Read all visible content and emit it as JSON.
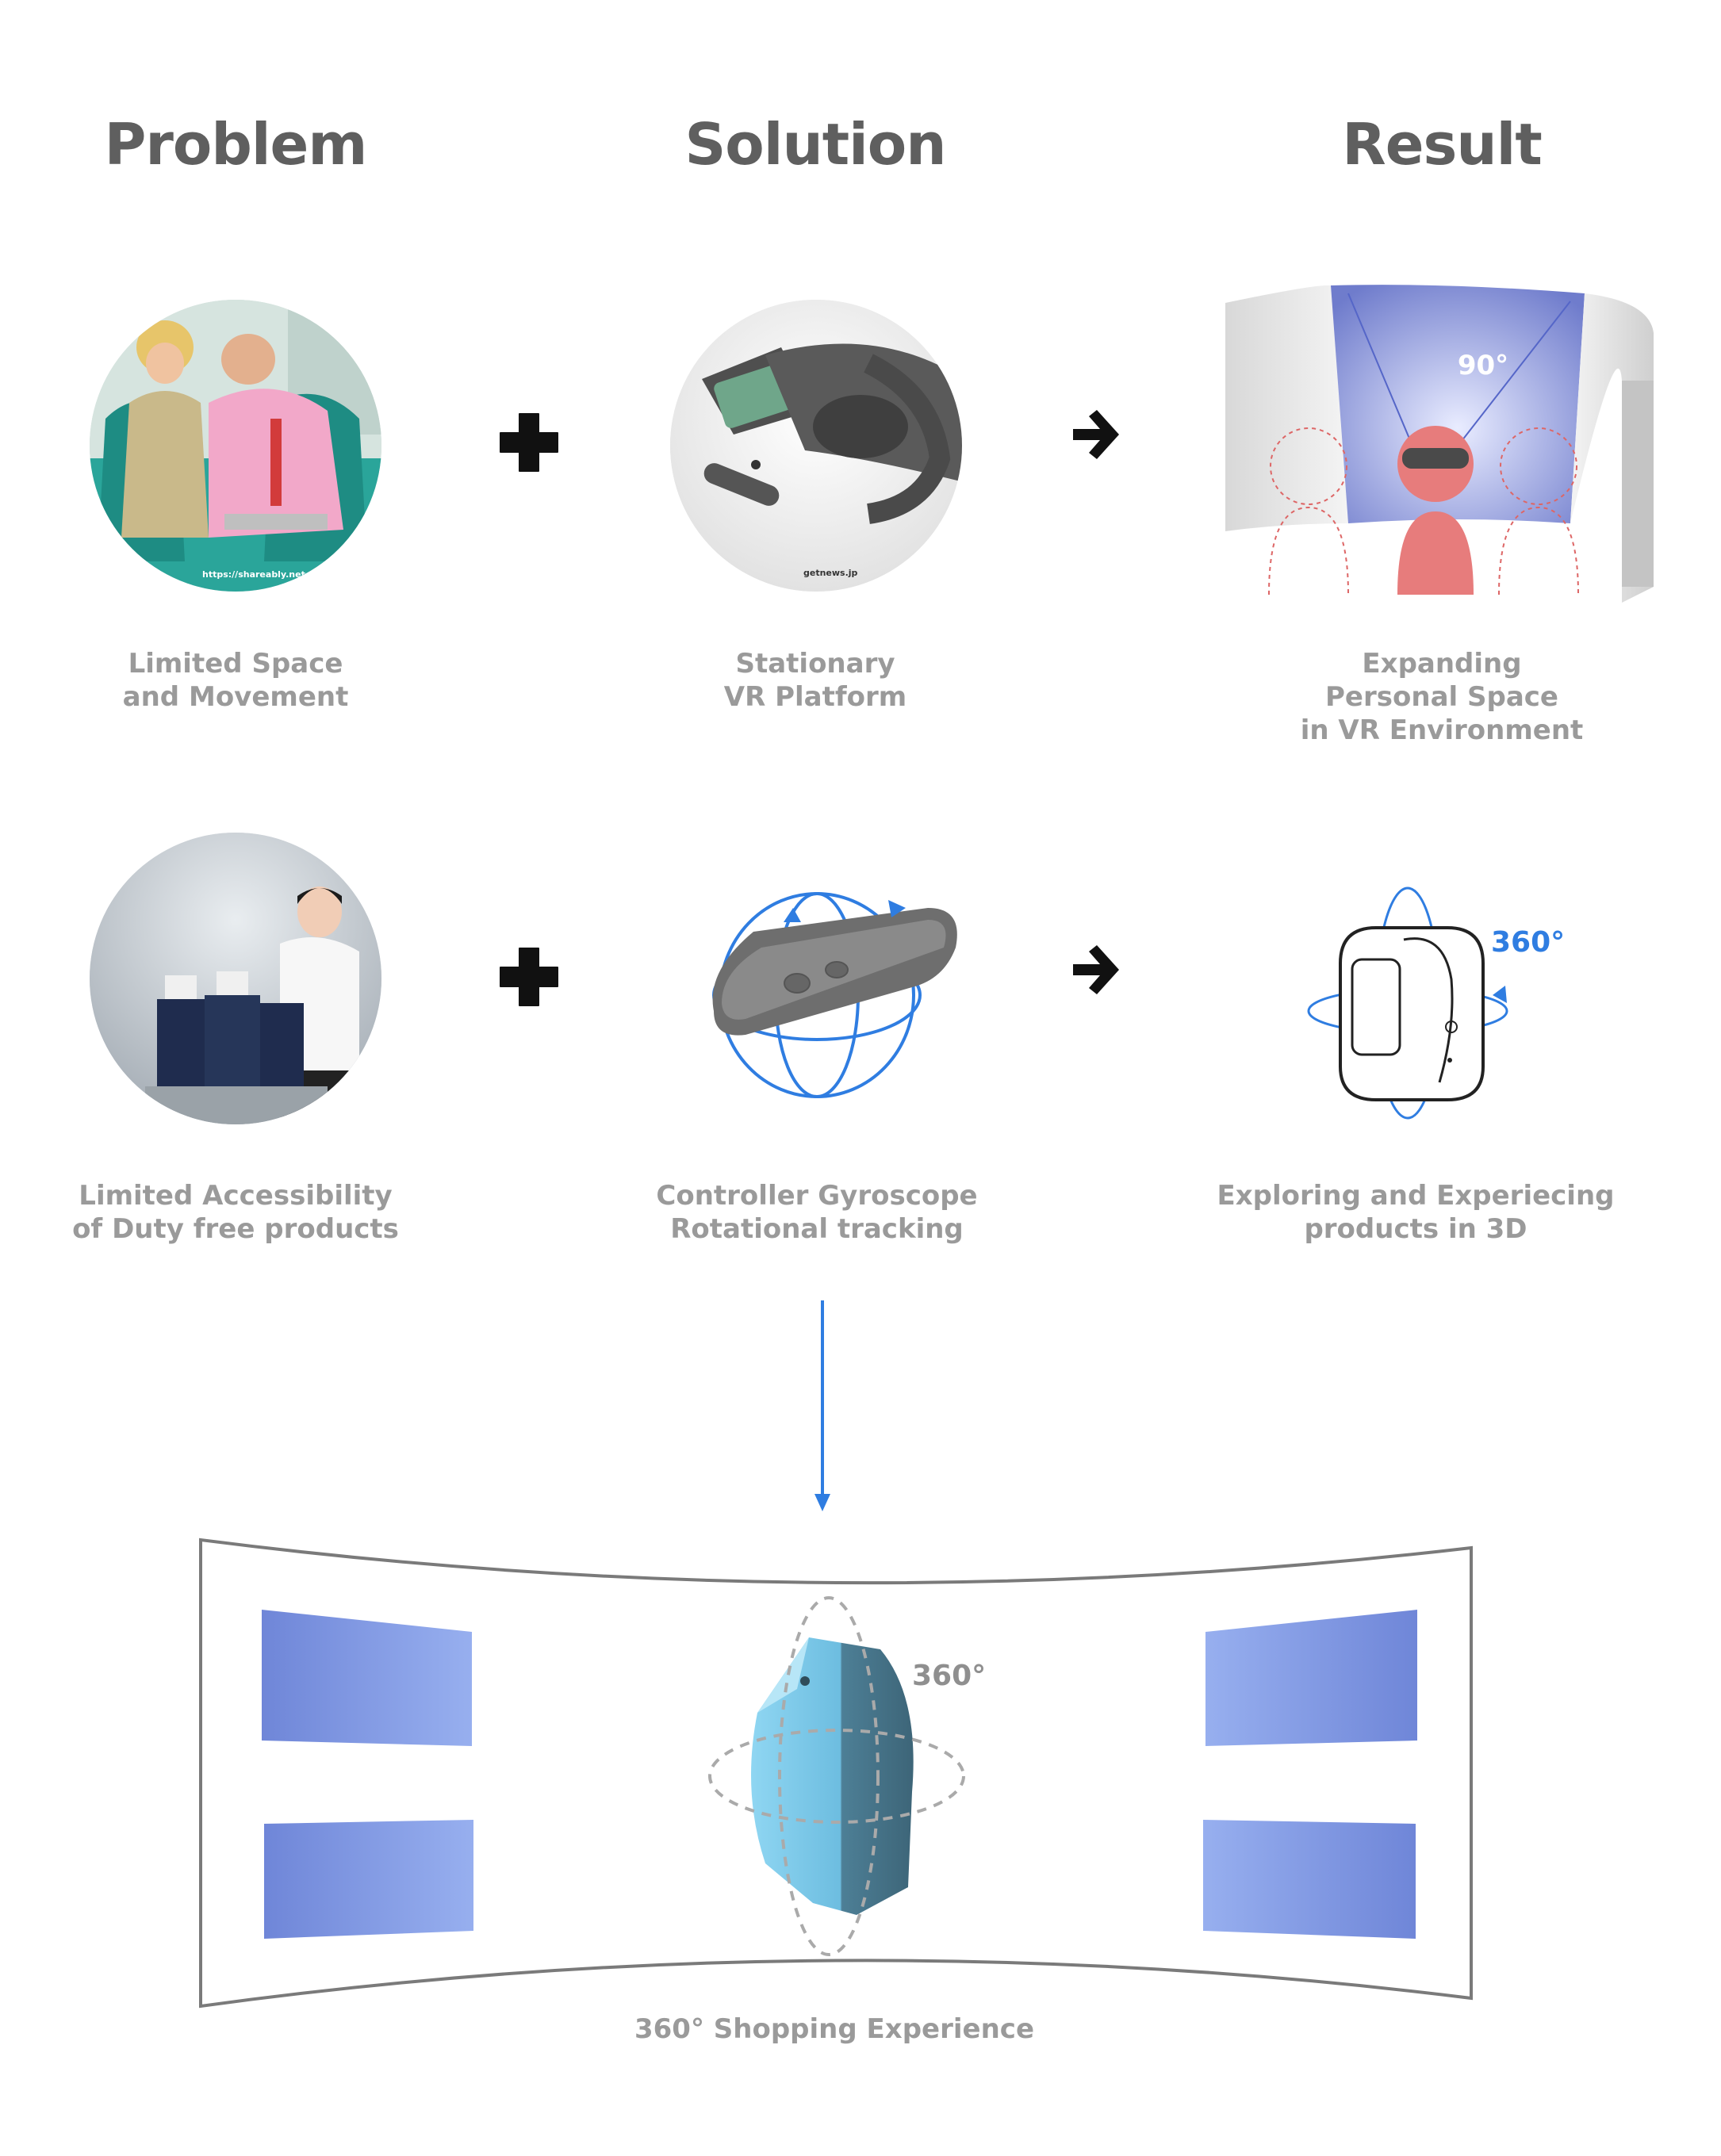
{
  "columns": {
    "problem": "Problem",
    "solution": "Solution",
    "result": "Result"
  },
  "row1": {
    "problem_caption": "Limited Space\nand Movement",
    "solution_caption": "Stationary\nVR Platform",
    "result_caption": "Expanding\nPersonal Space\nin VR Environment",
    "problem_image_credit": "https://shareably.net",
    "solution_image_credit": "getnews.jp",
    "fov_label": "90°"
  },
  "row2": {
    "problem_caption": "Limited Accessibility\nof Duty free products",
    "solution_caption": "Controller Gyroscope\nRotational tracking",
    "result_caption": "Exploring and Experiecing\nproducts in 3D",
    "rotation_label": "360°"
  },
  "bottom": {
    "caption": "360° Shopping Experience",
    "rotation_label": "360°"
  },
  "icons": {
    "plus": "plus-icon",
    "arrow": "arrow-right-icon",
    "down": "arrow-down-icon"
  },
  "colors": {
    "heading": "#5f5f5f",
    "caption": "#9a9a9a",
    "accent_blue": "#2f7de1",
    "person_red": "#e77c7c",
    "panel_blue": "#7b93e3",
    "beacon_blue": "#7fc8e8"
  }
}
